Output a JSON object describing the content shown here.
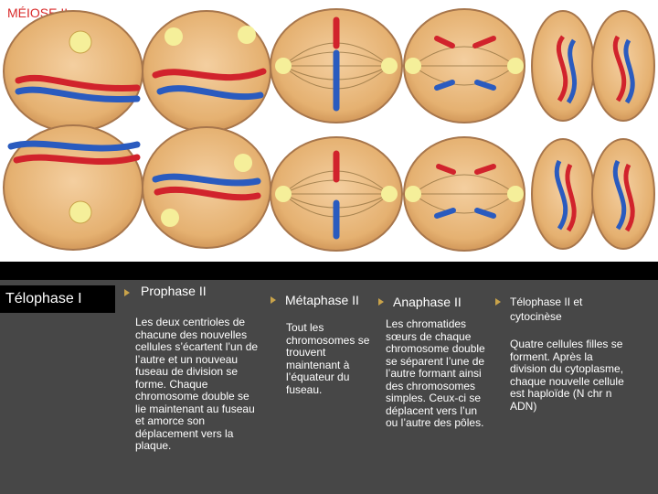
{
  "title": "MÉIOSE II",
  "stages": [
    {
      "heading": "Télophase I"
    },
    {
      "heading": "Prophase II",
      "text": "Les deux centrioles de chacune des nouvelles cellules s’écartent l’un de l’autre et un nouveau fuseau de division se forme. Chaque chromosome double se lie maintenant au fuseau et amorce son déplacement vers la plaque."
    },
    {
      "heading": "Métaphase II",
      "text": "Tout les chromosomes se trouvent maintenant à l’équateur du fuseau."
    },
    {
      "heading": "Anaphase II",
      "text": "Les chromatides sœurs de chaque chromosome double se séparent l’une de l’autre formant ainsi des chromosomes simples. Ceux-ci se déplacent vers l’un ou l’autre des pôles."
    },
    {
      "heading": "Télophase II et cytocinèse",
      "text": "Quatre cellules filles se forment. Après la division du cytoplasme, chaque nouvelle cellule est haploïde (N chr  n ADN)"
    }
  ],
  "colors": {
    "cell": "#e7b878",
    "membrane": "#b9875a",
    "chrom_red": "#d1232c",
    "chrom_blue": "#2a5bbf",
    "panel": "#474747"
  }
}
